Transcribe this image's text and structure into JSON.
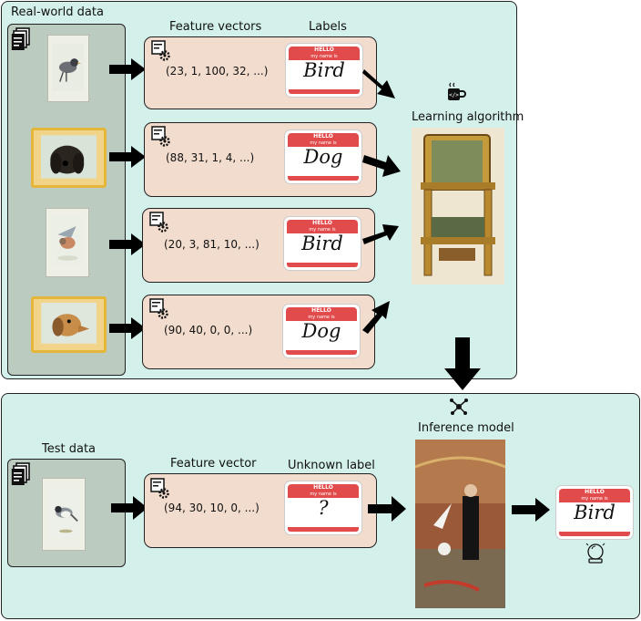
{
  "training": {
    "real_world_data_label": "Real-world data",
    "feature_vectors_label": "Feature vectors",
    "labels_label": "Labels",
    "learning_algorithm_label": "Learning algorithm",
    "rows": [
      {
        "vector": "(23, 1, 100, 32, ...)",
        "tag_header": "HELLO",
        "tag_sub": "my name is",
        "tag_word": "Bird",
        "image": "bird-card"
      },
      {
        "vector": "(88, 31, 1, 4, ...)",
        "tag_header": "HELLO",
        "tag_sub": "my name is",
        "tag_word": "Dog",
        "image": "dog-card"
      },
      {
        "vector": "(20, 3, 81, 10, ...)",
        "tag_header": "HELLO",
        "tag_sub": "my name is",
        "tag_word": "Bird",
        "image": "bird-card"
      },
      {
        "vector": "(90, 40, 0, 0, ...)",
        "tag_header": "HELLO",
        "tag_sub": "my name is",
        "tag_word": "Dog",
        "image": "dog-card"
      }
    ]
  },
  "inference": {
    "test_data_label": "Test data",
    "feature_vector_label": "Feature vector",
    "unknown_label_label": "Unknown label",
    "inference_model_label": "Inference model",
    "vector": "(94, 30, 10, 0, ...)",
    "unknown_tag": {
      "header": "HELLO",
      "sub": "my name is",
      "word": "?"
    },
    "result_tag": {
      "header": "HELLO",
      "sub": "my name is",
      "word": "Bird"
    }
  },
  "icons": [
    "documents-icon",
    "feature-gear-icon",
    "code-mug-icon",
    "network-icon",
    "crystal-ball-icon",
    "loom-machine-image",
    "magician-image"
  ],
  "colors": {
    "panel": "#d4f0ea",
    "data_panel": "#bccbbf",
    "row_box": "#f1dccd",
    "tag_red": "#e24b4b",
    "card_gold": "#e4b73a"
  }
}
